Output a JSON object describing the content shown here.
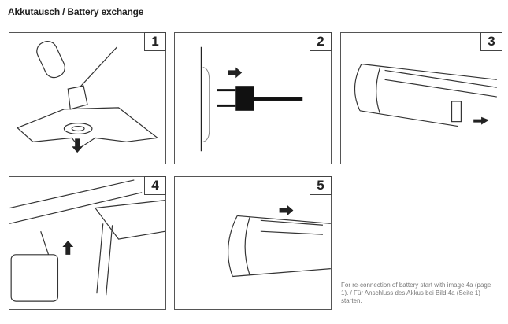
{
  "title": "Akkutausch / Battery exchange",
  "steps": [
    {
      "number": "1"
    },
    {
      "number": "2"
    },
    {
      "number": "3"
    },
    {
      "number": "4"
    },
    {
      "number": "5"
    }
  ],
  "note": "For re-connection of battery start with image 4a (page 1). / Für Anschluss des Akkus bei Bild 4a (Seite 1) starten."
}
